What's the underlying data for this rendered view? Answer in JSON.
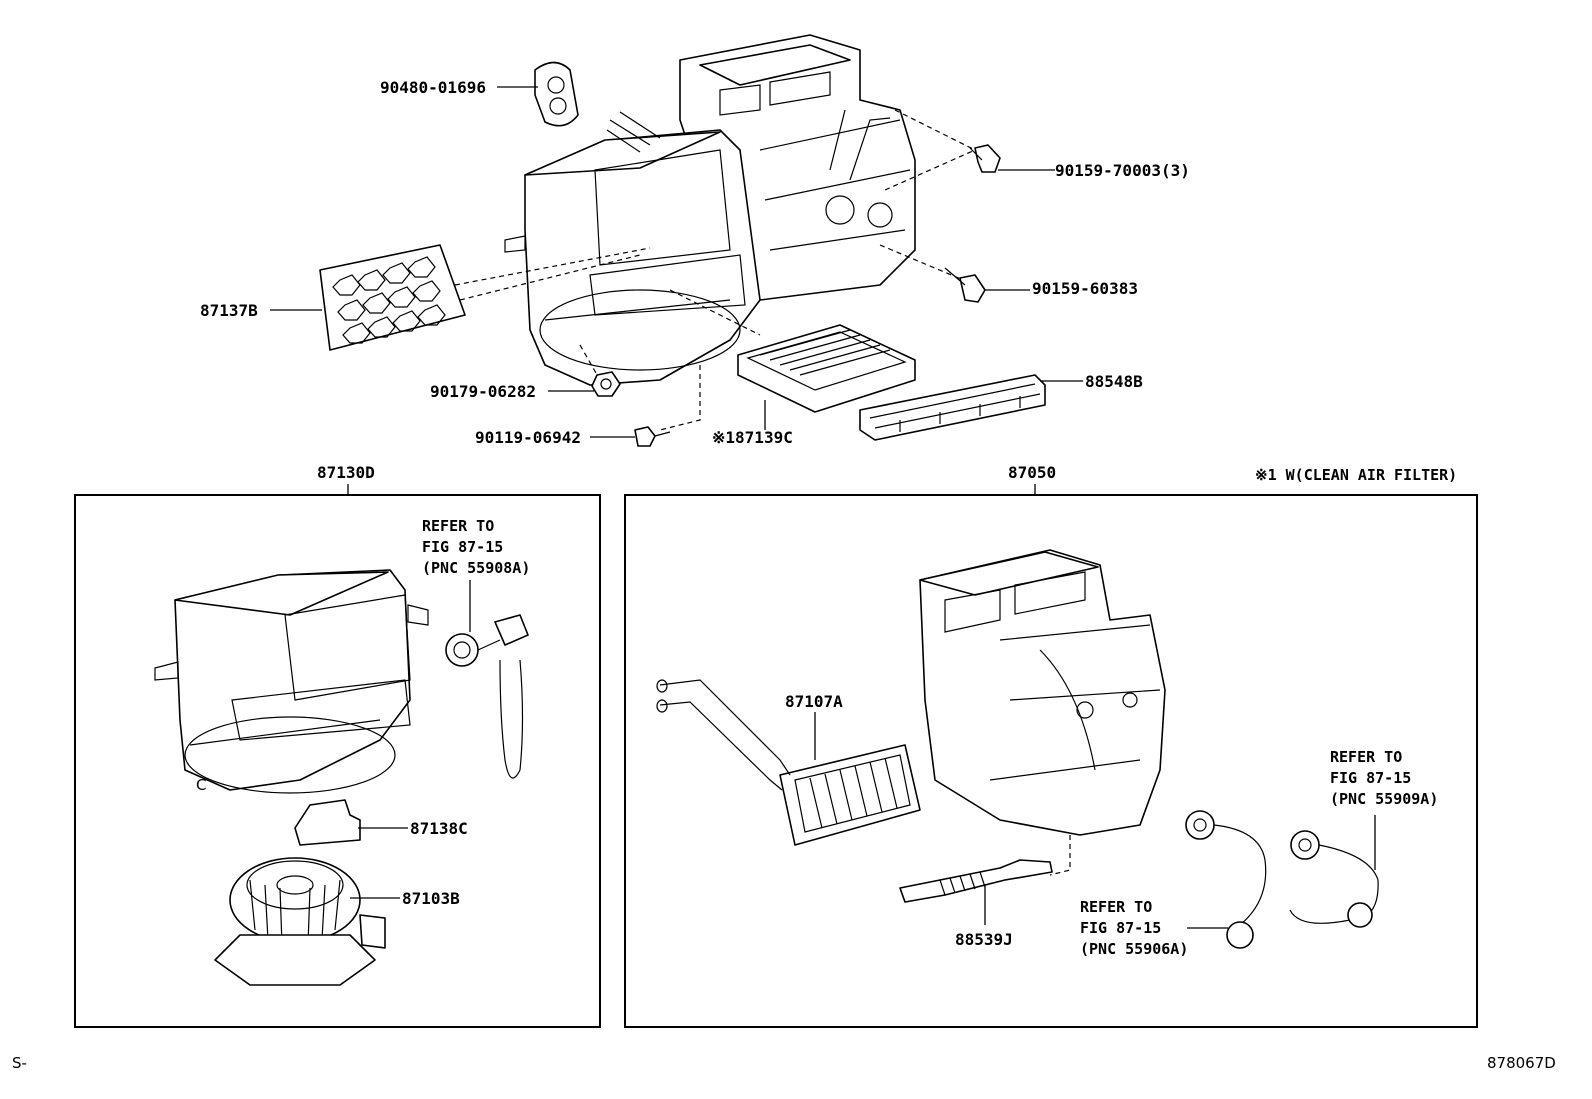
{
  "labels": {
    "p90480": "90480-01696",
    "p90159a": "90159-70003(3)",
    "p90159b": "90159-60383",
    "p87137": "87137B",
    "p90179": "90179-06282",
    "p88548": "88548B",
    "p90119": "90119-06942",
    "p87139": "※187139C",
    "p87130": "87130D",
    "p87050": "87050",
    "note": "※1 W(CLEAN AIR FILTER)",
    "p87107": "87107A",
    "p87138": "87138C",
    "p87103": "87103B",
    "p88539": "88539J",
    "s_label": "S-",
    "drawing_no": "878067D"
  },
  "refs": {
    "ref1": [
      "REFER TO",
      "FIG 87-15",
      "(PNC 55908A)"
    ],
    "ref2": [
      "REFER TO",
      "FIG 87-15",
      "(PNC 55909A)"
    ],
    "ref3": [
      "REFER TO",
      "FIG 87-15",
      "(PNC 55906A)"
    ]
  }
}
